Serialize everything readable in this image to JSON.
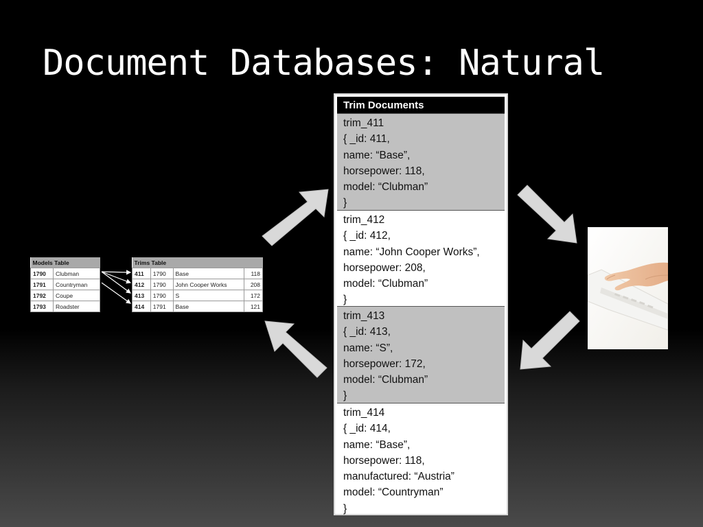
{
  "slide": {
    "title": "Document Databases: Natural"
  },
  "models_table": {
    "header": "Models Table",
    "rows": [
      [
        "1790",
        "Clubman"
      ],
      [
        "1791",
        "Countryman"
      ],
      [
        "1792",
        "Coupe"
      ],
      [
        "1793",
        "Roadster"
      ]
    ]
  },
  "trims_table": {
    "header": "Trims Table",
    "rows": [
      [
        "411",
        "1790",
        "Base",
        "118"
      ],
      [
        "412",
        "1790",
        "John Cooper Works",
        "208"
      ],
      [
        "413",
        "1790",
        "S",
        "172"
      ],
      [
        "414",
        "1791",
        "Base",
        "121"
      ]
    ]
  },
  "trim_documents": {
    "header": "Trim Documents",
    "docs": [
      {
        "lines": [
          "trim_411",
          "{ _id: 411,",
          "name: “Base”,",
          "horsepower: 118,",
          "model: “Clubman”",
          "}"
        ]
      },
      {
        "lines": [
          "trim_412",
          "{ _id: 412,",
          "name: “John Cooper Works”,",
          "horsepower: 208,",
          "model: “Clubman”",
          "}"
        ]
      },
      {
        "lines": [
          "trim_413",
          "{ _id: 413,",
          "name: “S”,",
          "horsepower: 172,",
          "model: “Clubman”",
          "}"
        ]
      },
      {
        "lines": [
          "trim_414",
          "{ _id: 414,",
          "name: “Base”,",
          "horsepower: 118,",
          "manufactured: “Austria”",
          "model: “Countryman”",
          "}"
        ]
      }
    ]
  },
  "colors": {
    "background": "#000000",
    "arrow_fill": "#d9d9d9",
    "doc_gray": "#c0c0c0"
  },
  "icons": {
    "photo": "laptop-typing-hands-photo",
    "arrows": "block-arrow-icon"
  }
}
